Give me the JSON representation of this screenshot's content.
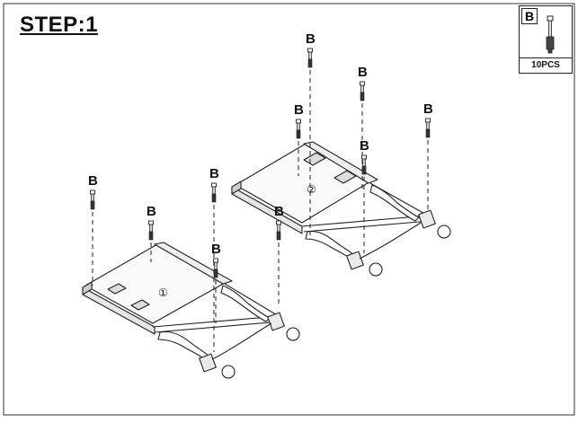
{
  "header": {
    "step_title": "STEP:1"
  },
  "parts": {
    "code": "B",
    "quantity": "10PCS"
  },
  "callouts": {
    "bolt_label": "B",
    "part_1": "①",
    "part_2": "②"
  },
  "bolts": [
    {
      "id": "bolt-1",
      "label": "B"
    },
    {
      "id": "bolt-2",
      "label": "B"
    },
    {
      "id": "bolt-3",
      "label": "B"
    },
    {
      "id": "bolt-4",
      "label": "B"
    },
    {
      "id": "bolt-5",
      "label": "B"
    },
    {
      "id": "bolt-6",
      "label": "B"
    },
    {
      "id": "bolt-7",
      "label": "B"
    },
    {
      "id": "bolt-8",
      "label": "B"
    },
    {
      "id": "bolt-9",
      "label": "B"
    },
    {
      "id": "bolt-10",
      "label": "B"
    }
  ]
}
